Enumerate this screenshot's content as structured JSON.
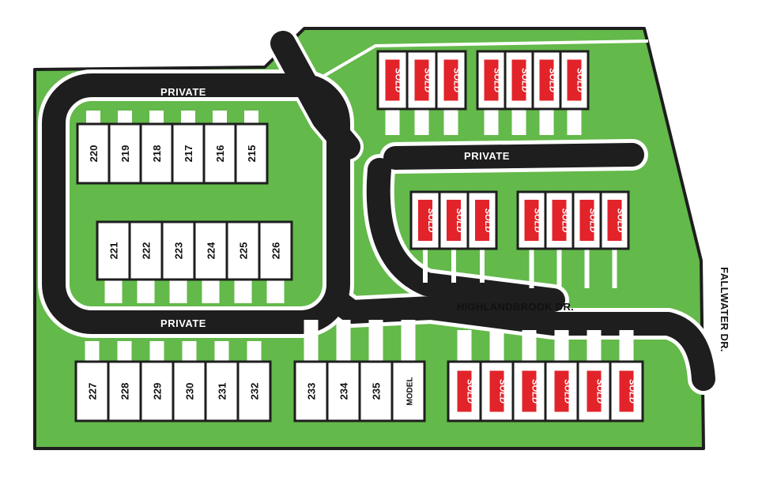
{
  "colors": {
    "grass": "#63b94a",
    "road": "#1e1e1e",
    "edge": "#1e1e1e",
    "driveway": "#ffffff",
    "lot_fill": "#ffffff",
    "sold_fill": "#e2232a"
  },
  "roads": {
    "private_top": "PRIVATE",
    "private_right": "PRIVATE",
    "private_bottom": "PRIVATE",
    "highlandbrook": "HIGHLANDBROOK DR.",
    "fallwater": "FALLWATER DR."
  },
  "sold_label": "SOLD",
  "lots": {
    "row_a": [
      "220",
      "219",
      "218",
      "217",
      "216",
      "215"
    ],
    "row_b": [
      "221",
      "222",
      "223",
      "224",
      "225",
      "226"
    ],
    "row_c": [
      "227",
      "228",
      "229",
      "230",
      "231",
      "232"
    ],
    "row_d": [
      "233",
      "234",
      "235",
      "MODEL"
    ]
  }
}
